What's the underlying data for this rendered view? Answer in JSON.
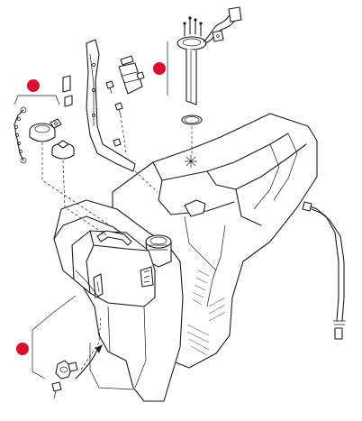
{
  "diagram": {
    "style": "exploded parts diagram, black line art on white",
    "colors": {
      "line": "#1a1a1a",
      "callout_marker": "#d8102f",
      "background": "#ffffff"
    },
    "callouts": [
      "filler-cap-group",
      "fuel-level-sender-group",
      "drain-plug-group"
    ]
  }
}
